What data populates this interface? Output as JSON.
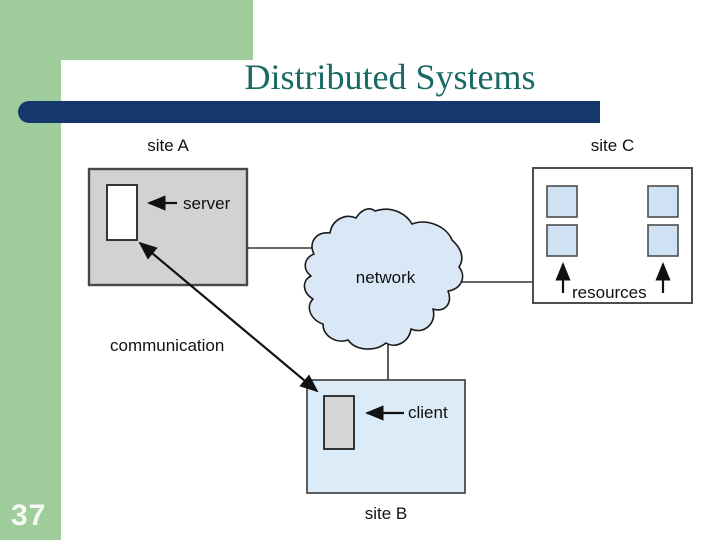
{
  "slide": {
    "title": "Distributed Systems",
    "page_number": "37"
  },
  "labels": {
    "site_a": "site A",
    "site_b": "site B",
    "site_c": "site C",
    "server": "server",
    "client": "client",
    "resources": "resources",
    "network": "network",
    "communication": "communication"
  },
  "colors": {
    "sidebar-green": "#9fcd9b",
    "bar-navy": "#14386b",
    "title-teal": "#1a6965",
    "cloud-blue": "#d9e7f7",
    "siteb-blue": "#dcebf8",
    "resource-blue": "#cfe2f4",
    "box-gray": "#d2d2d2",
    "client-gray": "#d6d6d6"
  }
}
